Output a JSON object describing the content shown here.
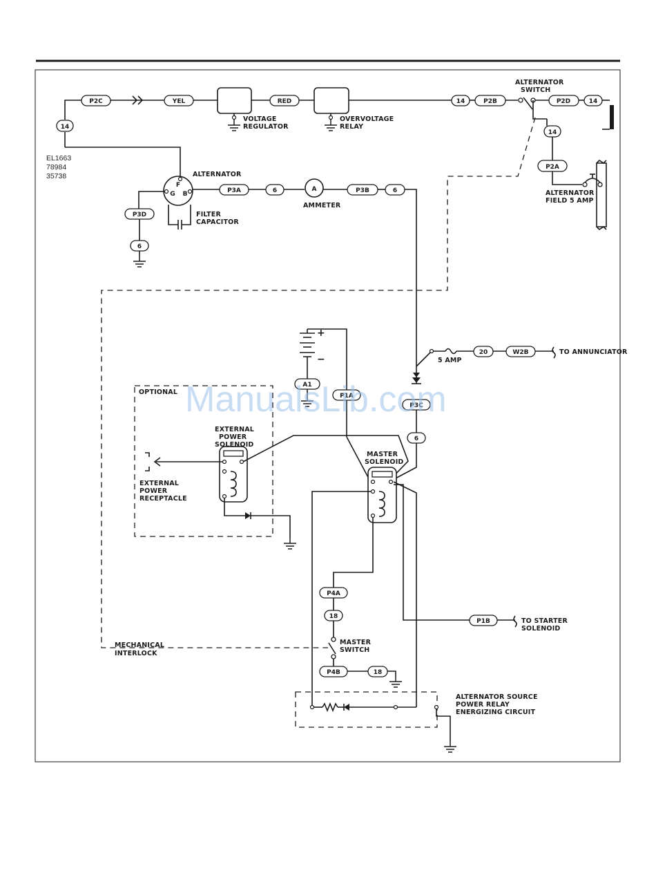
{
  "doc_ids": [
    "EL1663",
    "78984",
    "35738"
  ],
  "watermark": "ManualsLib.com",
  "wire_tags": {
    "p2c": "P2C",
    "yel": "YEL",
    "red": "RED",
    "n14_left": "14",
    "n14_top": "14",
    "p2b": "P2B",
    "p2d": "P2D",
    "n14_right": "14",
    "n14_field": "14",
    "p2a": "P2A",
    "p3a": "P3A",
    "n6_a": "6",
    "p3b": "P3B",
    "n6_b": "6",
    "p3d": "P3D",
    "n6_gnd": "6",
    "n20": "20",
    "w2b": "W2B",
    "a1": "A1",
    "p1a": "P1A",
    "p3c": "P3C",
    "n6_c": "6",
    "p4a": "P4A",
    "n18_a": "18",
    "p4b": "P4B",
    "n18_b": "18",
    "p1b": "P1B"
  },
  "alt_terms": {
    "f": "F",
    "g": "G",
    "b": "B",
    "ammeter": "A"
  },
  "labels": {
    "voltage_regulator": [
      "VOLTAGE",
      "REGULATOR"
    ],
    "overvoltage_relay": [
      "OVERVOLTAGE",
      "RELAY"
    ],
    "alternator_switch": [
      "ALTERNATOR",
      "SWITCH"
    ],
    "alternator": "ALTERNATOR",
    "filter_capacitor": [
      "FILTER",
      "CAPACITOR"
    ],
    "ammeter": "AMMETER",
    "alternator_field": [
      "ALTERNATOR",
      "FIELD 5 AMP"
    ],
    "fuse_5amp": "5 AMP",
    "to_annunciator": "TO ANNUNCIATOR",
    "optional": "OPTIONAL",
    "external_power_solenoid": [
      "EXTERNAL",
      "POWER",
      "SOLENOID"
    ],
    "external_power_receptacle": [
      "EXTERNAL",
      "POWER",
      "RECEPTACLE"
    ],
    "master_solenoid": [
      "MASTER",
      "SOLENOID"
    ],
    "to_starter_solenoid": [
      "TO STARTER",
      "SOLENOID"
    ],
    "mechanical_interlock": [
      "MECHANICAL",
      "INTERLOCK"
    ],
    "master_switch": [
      "MASTER",
      "SWITCH"
    ],
    "relay_circuit": [
      "ALTERNATOR SOURCE",
      "POWER RELAY",
      "ENERGIZING CIRCUIT"
    ],
    "battery_plus": "+",
    "battery_minus": "−"
  }
}
